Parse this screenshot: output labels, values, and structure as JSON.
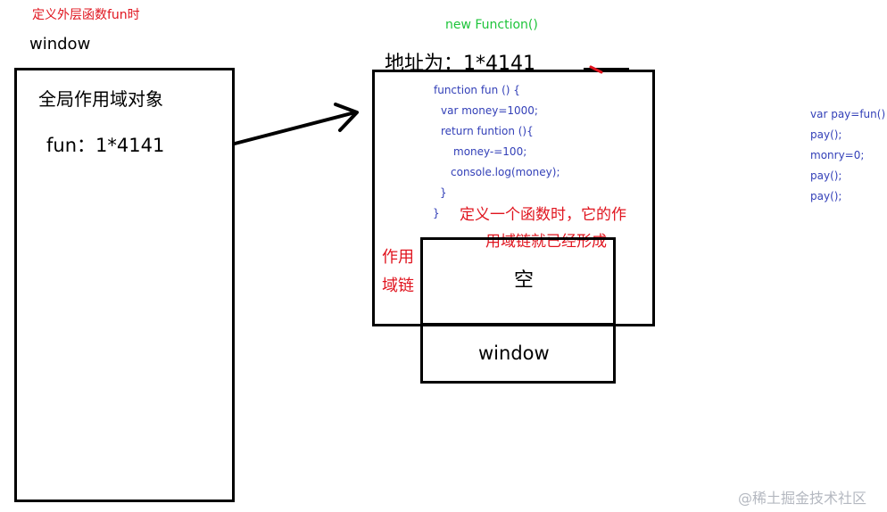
{
  "header": {
    "define_outer_label": "定义外层函数fun时",
    "window_label": "window"
  },
  "global_scope": {
    "title": "全局作用域对象",
    "fun_entry": "fun：1*4141"
  },
  "function_object": {
    "new_function_label": "new Function()",
    "address_label": "地址为：1*4141",
    "code_lines": [
      "function fun  ()  {",
      "var money=1000;",
      "return funtion (){",
      "money-=100;",
      "console.log(money);",
      "}",
      "}"
    ],
    "note_line1": "定义一个函数时，它的作",
    "note_line2": "用域链就已经形成"
  },
  "scope_chain": {
    "label_line1": "作用",
    "label_line2": "域链",
    "slot_empty": "空",
    "slot_window": "window"
  },
  "side_code": [
    "var pay=fun()",
    "pay();",
    "monry=0;",
    "pay();",
    "pay();"
  ],
  "watermark": "@稀土掘金技术社区",
  "colors": {
    "red": "#e0141e",
    "green": "#1ec43a",
    "code_blue": "#3340b8",
    "black": "#000000"
  }
}
